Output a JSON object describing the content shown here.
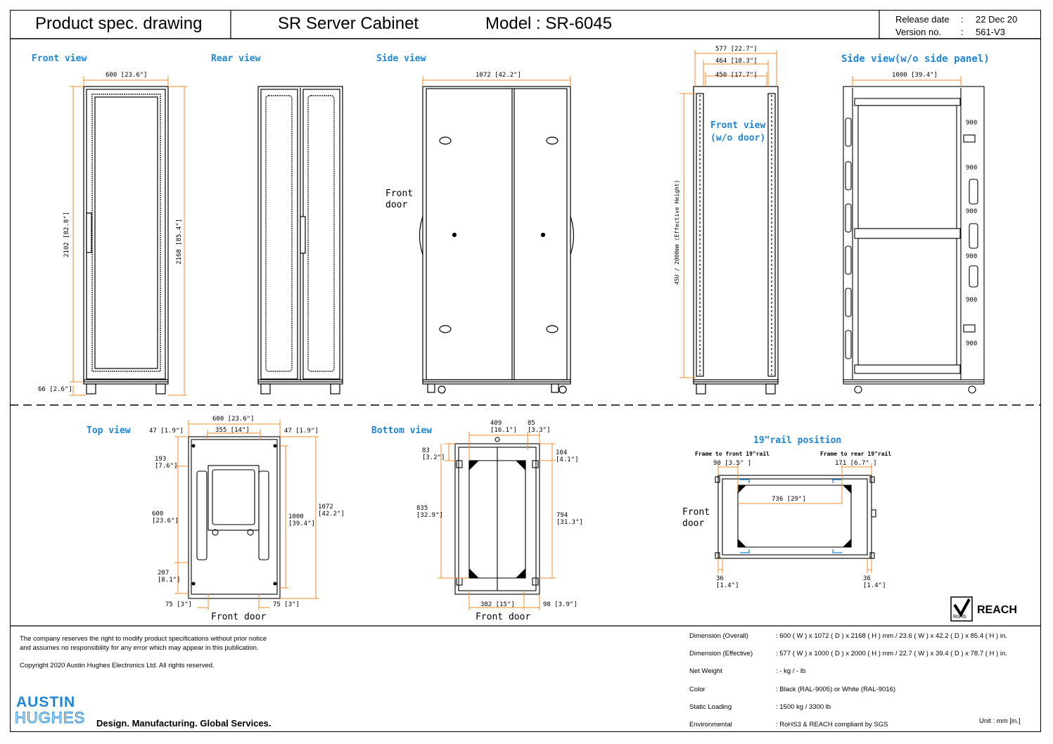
{
  "header": {
    "doc_type": "Product spec. drawing",
    "product": "SR Server Cabinet",
    "model": "Model : SR-6045",
    "release_label": "Release date",
    "release_sep": ":",
    "release_value": "22 Dec 20",
    "version_label": "Version no.",
    "version_sep": ":",
    "version_value": "561-V3"
  },
  "views": {
    "front": "Front view",
    "rear": "Rear view",
    "side": "Side view",
    "front_wo_door": "Front view\n(w/o door)",
    "side_wo_panel": "Side view(w/o side panel)",
    "top": "Top view",
    "bottom": "Bottom view",
    "rail": "19\"rail position"
  },
  "notes": {
    "front_door_side": "Front\ndoor",
    "front_door_top": "Front door",
    "front_door_bottom": "Front door",
    "front_door_rail": "Front\ndoor",
    "front_to_front_rail": "Frame to front 19\"rail",
    "frame_to_rear_rail": "Frame to rear 19\"rail"
  },
  "dims": {
    "front_width": "600 [23.6\"]",
    "front_height": "2102 [82.8\"]",
    "front_height_total": "2168 [85.4\"]",
    "front_caster": "66 [2.6\"]",
    "side_depth": "1072 [42.2\"]",
    "fwd_577": "577 [22.7\"]",
    "fwd_464": "464 [18.3\"]",
    "fwd_450": "450 [17.7\"]",
    "fwd_effective": "45U / 2000mm (Effective Height)",
    "swp_1000": "1000 [39.4\"]",
    "top_600": "600 [23.6\"]",
    "top_47l": "47 [1.9\"]",
    "top_355": "355 [14\"]",
    "top_47r": "47 [1.9\"]",
    "top_193": "193\n[7.6\"]",
    "top_600v": "600\n[23.6\"]",
    "top_207": "207\n[8.1\"]",
    "top_1000": "1000\n[39.4\"]",
    "top_1072": "1072\n[42.2\"]",
    "top_75l": "75 [3\"]",
    "top_75r": "75 [3\"]",
    "bot_409": "409\n[16.1\"]",
    "bot_85": "85\n[3.3\"]",
    "bot_83": "83\n[3.2\"]",
    "bot_104": "104\n[4.1\"]",
    "bot_835": "835\n[32.9\"]",
    "bot_794": "794\n[31.3\"]",
    "bot_382": "382 [15\"]",
    "bot_98": "98 [3.9\"]",
    "rail_90": "90 [3.5\" ]",
    "rail_171": "171 [6.7\" ]",
    "rail_736": "736 [29\"]",
    "rail_36l": "36\n[1.4\"]",
    "rail_36r": "36\n[1.4\"]"
  },
  "rail_labels": [
    "900",
    "900",
    "900",
    "900",
    "900",
    "900"
  ],
  "footer": {
    "disclaimer": "The company reserves the right to modify product specifications without prior notice\nand assumes no responsibility for any error which may appear in this publication.",
    "copyright": "Copyright 2020 Austin Hughes Electronics Ltd. All rights reserved.",
    "logo_top": "AUSTIN",
    "logo_bottom": "HUGHES",
    "tagline": "Design. Manufacturing. Global Services.",
    "units": "Unit : mm [in.]",
    "reach": "REACH",
    "rohs": "RoHS"
  },
  "specs": [
    {
      "label": "Dimension (Overall)",
      "value": ":   600 ( W ) x 1072 ( D ) x 2168 ( H ) mm / 23.6 ( W ) x 42.2 ( D ) x 85.4 ( H ) in."
    },
    {
      "label": "Dimension (Effective)",
      "value": ":   577 ( W ) x 1000 ( D ) x 2000 ( H ) mm / 22.7 ( W ) x 39.4 ( D ) x 78.7 ( H ) in."
    },
    {
      "label": "Net Weight",
      "value": ":   - kg / - lb"
    },
    {
      "label": "Color",
      "value": ":   Black (RAL-9005) or White (RAL-9016)"
    },
    {
      "label": "Static Loading",
      "value": ":   1500 kg / 3300 lb"
    },
    {
      "label": "Environmental",
      "value": ":   RoHS3 &  REACH compliant by SGS"
    }
  ],
  "colors": {
    "accent": "#1f86d6",
    "dimension": "#f28c28",
    "line": "#000000"
  }
}
